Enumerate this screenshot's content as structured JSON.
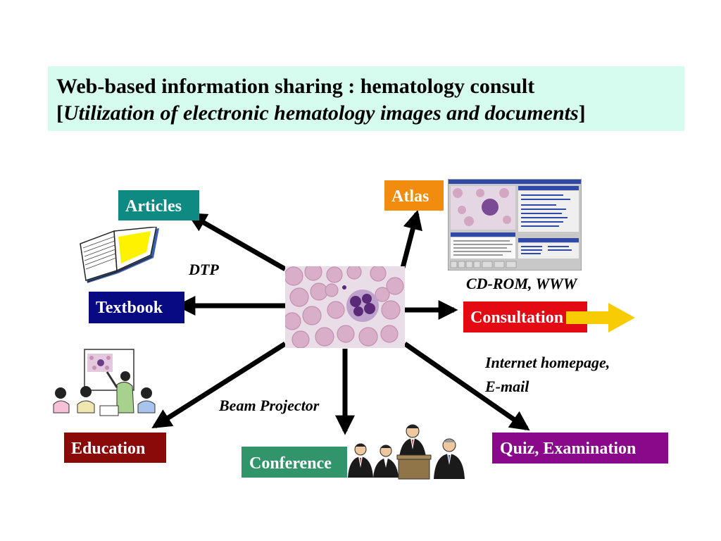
{
  "title": {
    "line1": "Web-based information sharing : hematology consult",
    "line2_open": "[",
    "line2_italic": "Utilization of electronic hematology images and documents",
    "line2_close": "]"
  },
  "nodes": {
    "articles": "Articles",
    "textbook": "Textbook",
    "atlas": "Atlas",
    "consultation": "Consultation",
    "education": "Education",
    "conference": "Conference",
    "quiz": "Quiz, Examination"
  },
  "captions": {
    "dtp": "DTP",
    "cdrom": "CD-ROM, WWW",
    "internet_line1": "Internet homepage,",
    "internet_line2": "E-mail",
    "beam": "Beam Projector"
  },
  "colors": {
    "title_bg": "#d5fcee",
    "articles": "#0e8a82",
    "textbook": "#070a82",
    "atlas": "#f28c0f",
    "consultation": "#e30a14",
    "education": "#8a0a0a",
    "conference": "#32946b",
    "quiz": "#8a088a",
    "yellow_arrow": "#f7cc05"
  }
}
